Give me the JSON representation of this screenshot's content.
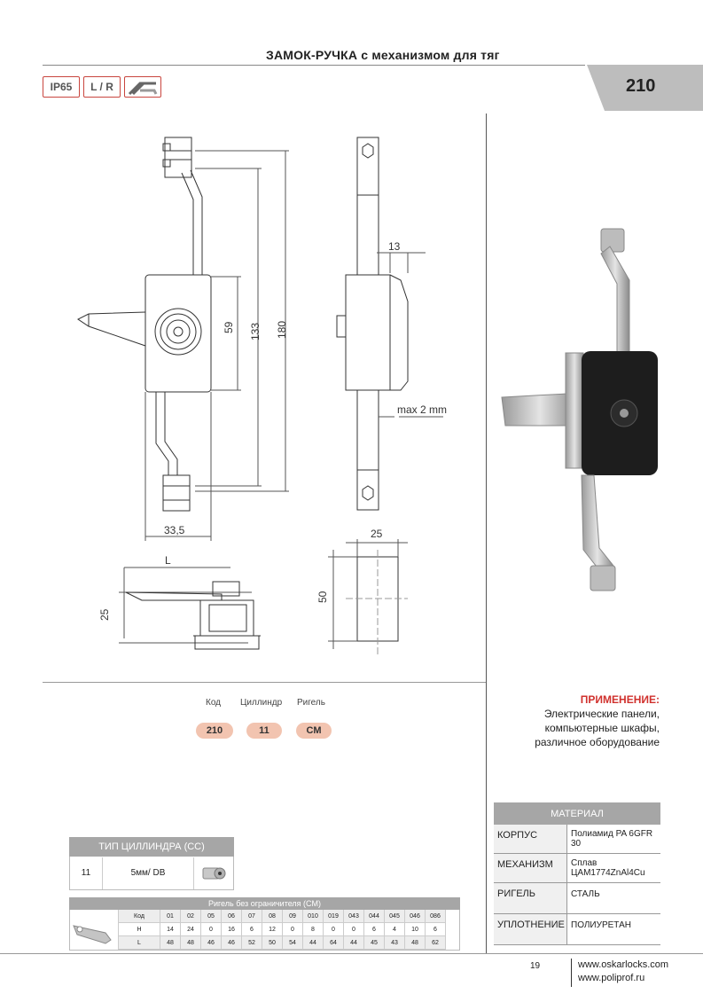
{
  "header": {
    "title": "ЗАМОК-РУЧКА с механизмом для тяг",
    "number": "210",
    "badges": [
      "IP65",
      "L / R"
    ],
    "icons": [
      "mount-icon"
    ]
  },
  "dimensions": {
    "d_59": "59",
    "d_133": "133",
    "d_180": "180",
    "d_13": "13",
    "max": "max 2 mm",
    "d_335": "33,5",
    "d_25w": "25",
    "d_50": "50",
    "L": "L",
    "d_25h": "25"
  },
  "code": {
    "headers": [
      "Код",
      "Циллиндр",
      "Ригель"
    ],
    "values": [
      "210",
      "11",
      "CM"
    ]
  },
  "application": {
    "title": "ПРИМЕНЕНИЕ:",
    "lines": [
      "Электрические панели,",
      "компьютерные шкафы,",
      "различное оборудование"
    ]
  },
  "cylinder_table": {
    "title": "ТИП ЦИЛЛИНДРА (CC)",
    "code": "11",
    "desc": "5мм/ DB",
    "icons": [
      "cylinder-key-icon"
    ]
  },
  "rigel_table": {
    "title": "Ригель без ограничителя (CM)",
    "row_labels": [
      "Код",
      "H",
      "L"
    ],
    "codes": [
      "01",
      "02",
      "05",
      "06",
      "07",
      "08",
      "09",
      "010",
      "019",
      "043",
      "044",
      "045",
      "046",
      "086"
    ],
    "H": [
      "14",
      "24",
      "0",
      "16",
      "6",
      "12",
      "0",
      "8",
      "0",
      "0",
      "6",
      "4",
      "10",
      "6"
    ],
    "L": [
      "48",
      "48",
      "46",
      "46",
      "52",
      "50",
      "54",
      "44",
      "64",
      "44",
      "45",
      "43",
      "48",
      "62"
    ]
  },
  "material": {
    "title": "МАТЕРИАЛ",
    "rows": [
      {
        "k": "КОРПУС",
        "v": "Полиамид PA 6GFR 30"
      },
      {
        "k": "МЕХАНИЗМ",
        "v": "Сплав ЦАМ1774ZnAl4Cu"
      },
      {
        "k": "РИГЕЛЬ",
        "v": "СТАЛЬ"
      },
      {
        "k": "УПЛОТНЕНИЕ",
        "v": "ПОЛИУРЕТАН"
      }
    ]
  },
  "footer": {
    "page": "19",
    "urls": [
      "www.oskarlocks.com",
      "www.poliprof.ru"
    ]
  }
}
